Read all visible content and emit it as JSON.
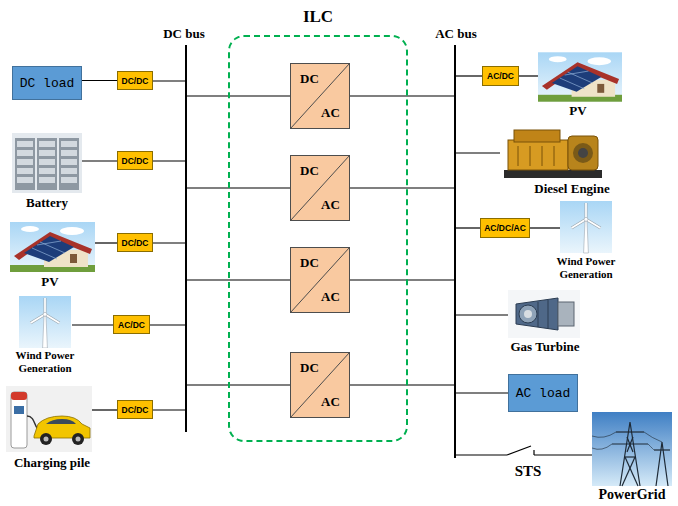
{
  "diagram": {
    "nodes": [
      {
        "text": [
          "DC load"
        ]
      },
      {
        "text": [
          "DC/DC"
        ]
      },
      {
        "text": [
          "DC/DC"
        ]
      },
      {
        "text": [
          "DC/DC"
        ]
      },
      {
        "text": [
          "AC/DC"
        ]
      },
      {
        "text": [
          "DC/DC"
        ]
      },
      {
        "text": [
          "ILC"
        ]
      },
      {
        "text": [
          "DC",
          "AC"
        ],
        "in": 6
      },
      {
        "text": [
          "DC",
          "AC"
        ],
        "in": 6
      },
      {
        "text": [
          "DC",
          "AC"
        ],
        "in": 6
      },
      {
        "text": [
          "DC",
          "AC"
        ],
        "in": 6
      },
      {
        "text": [
          "AC/DC"
        ]
      },
      {
        "text": [
          "AC/DC/AC"
        ]
      },
      {
        "text": [
          "AC load"
        ]
      }
    ],
    "edges": [
      {
        "from": 0,
        "to": 1,
        "arrow": "none"
      }
    ],
    "labels": [
      "DC bus",
      "AC bus",
      "Battery",
      "PV",
      "Wind Power Generation",
      "Charging pile",
      "PV",
      "Diesel Engine",
      "Wind Power Generation",
      "Gas Turbine",
      "STS",
      "PowerGrid"
    ]
  }
}
